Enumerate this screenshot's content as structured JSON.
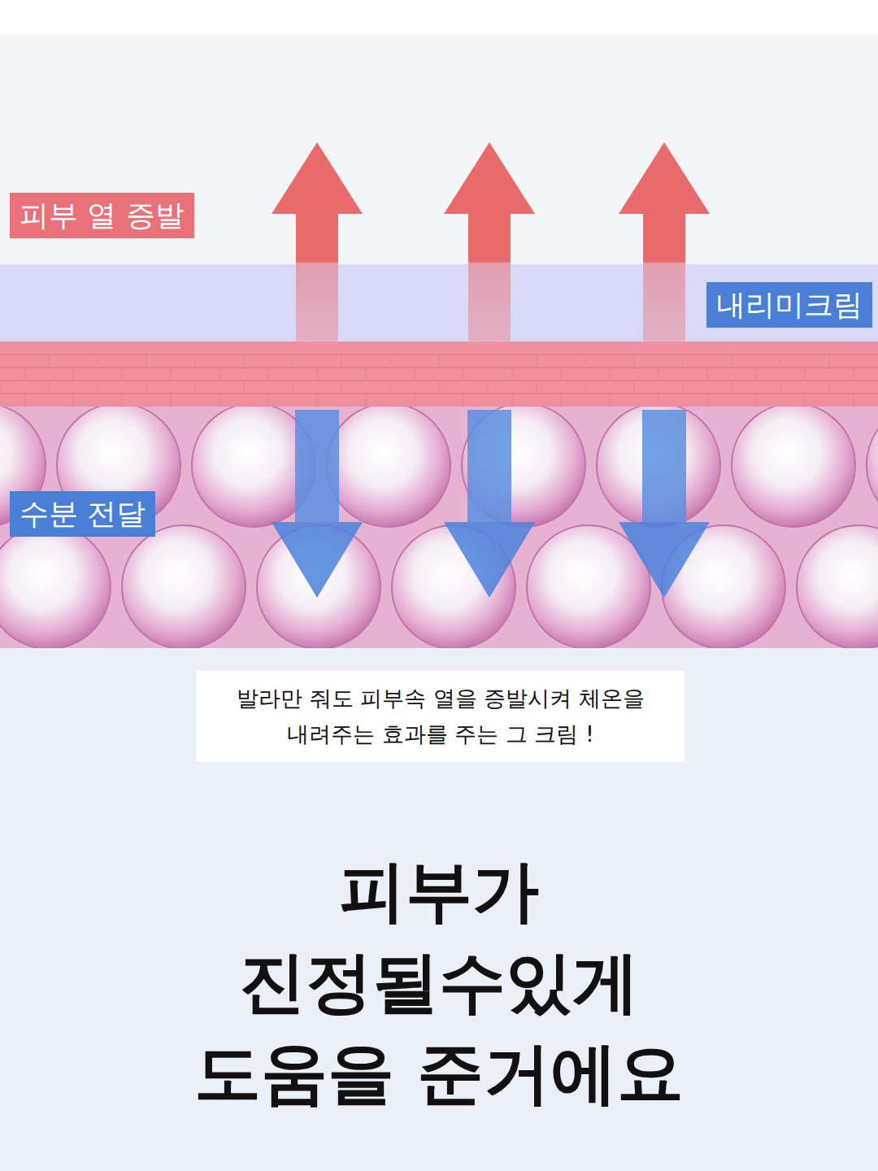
{
  "diagram": {
    "caption": "피부가 진정될수있게 도움을 준거에요",
    "nodes": [
      {
        "text": [
          "피부 열 증발"
        ]
      },
      {
        "text": [
          "내리미크림"
        ]
      },
      {
        "text": [
          "수분 전달"
        ]
      },
      {
        "text": [
          "발라만 줘도 피부속 열을 증발시켜 체온을 내려주는 효과를 주는 그 크림 !"
        ]
      }
    ]
  }
}
